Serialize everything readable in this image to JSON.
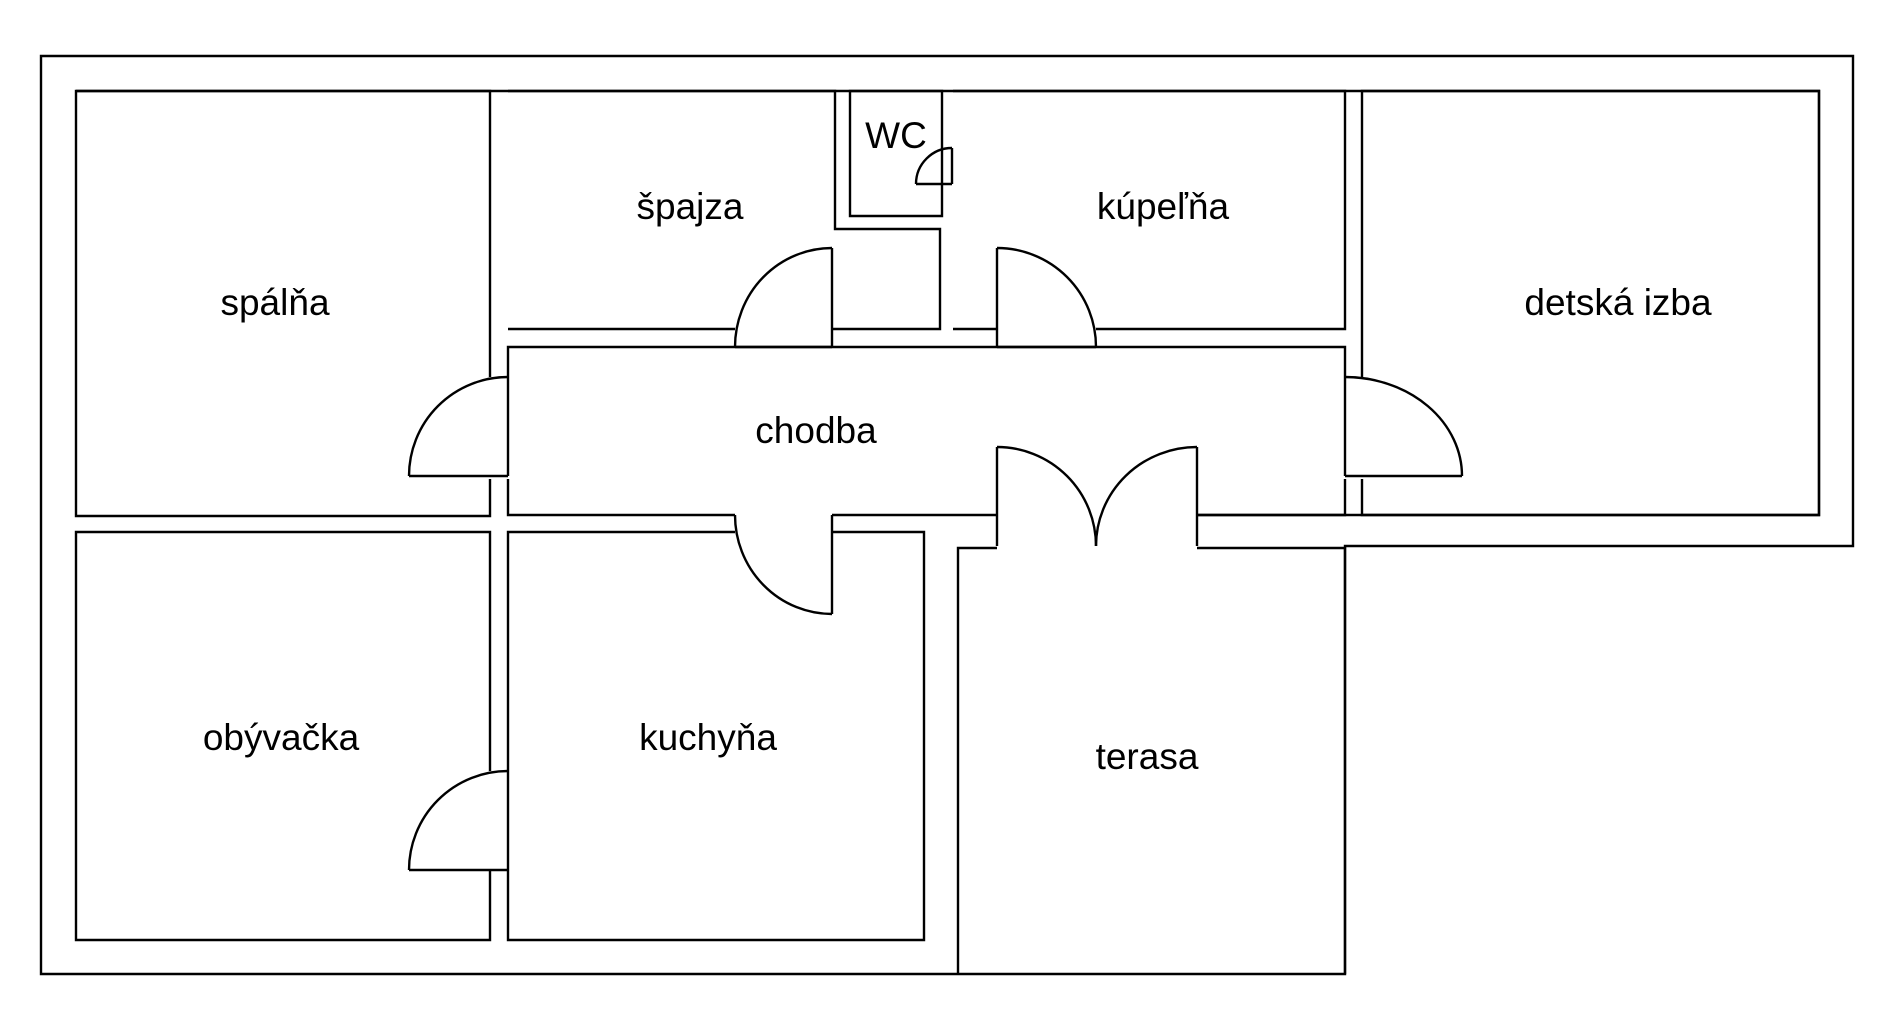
{
  "floor_plan": {
    "rooms": [
      {
        "id": "spalna",
        "label": "spálňa"
      },
      {
        "id": "spajza",
        "label": "špajza"
      },
      {
        "id": "wc",
        "label": "WC"
      },
      {
        "id": "kupelna",
        "label": "kúpeľňa"
      },
      {
        "id": "detska-izba",
        "label": "detská izba"
      },
      {
        "id": "chodba",
        "label": "chodba"
      },
      {
        "id": "obyvacka",
        "label": "obývačka"
      },
      {
        "id": "kuchyna",
        "label": "kuchyňa"
      },
      {
        "id": "terasa",
        "label": "terasa"
      }
    ],
    "colors": {
      "line": "#000000",
      "background": "#ffffff"
    }
  }
}
